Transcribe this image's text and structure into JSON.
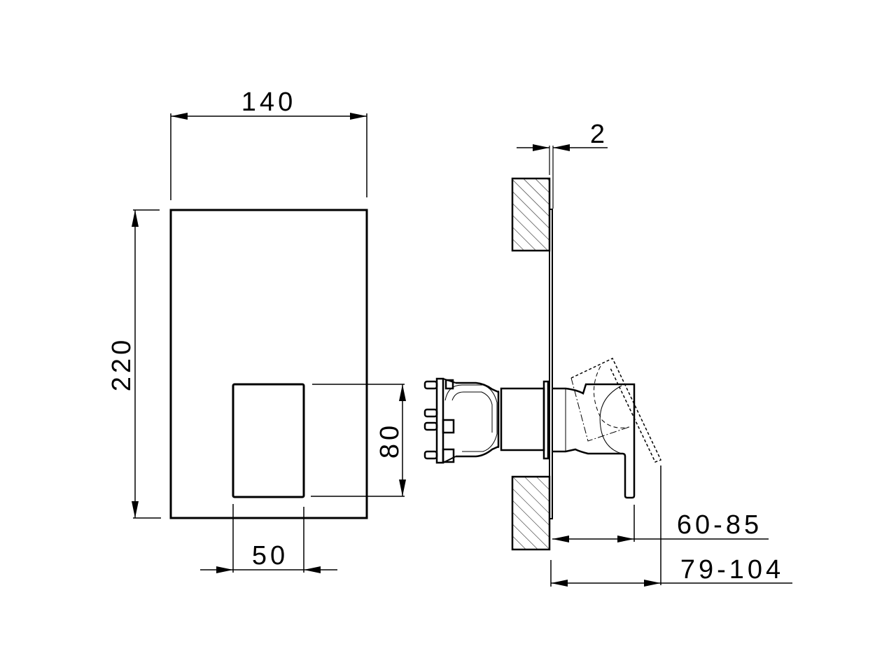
{
  "drawing": {
    "type": "technical-drawing",
    "subject": "concealed single-lever mixer with square plate",
    "line_color": "#000000",
    "background": "#ffffff",
    "front_view": {
      "plate_width": "140",
      "plate_height": "220",
      "lever_width": "50",
      "lever_height": "80"
    },
    "side_view": {
      "plate_thickness": "2",
      "projection_min": "60-85",
      "projection_max": "79-104"
    }
  }
}
